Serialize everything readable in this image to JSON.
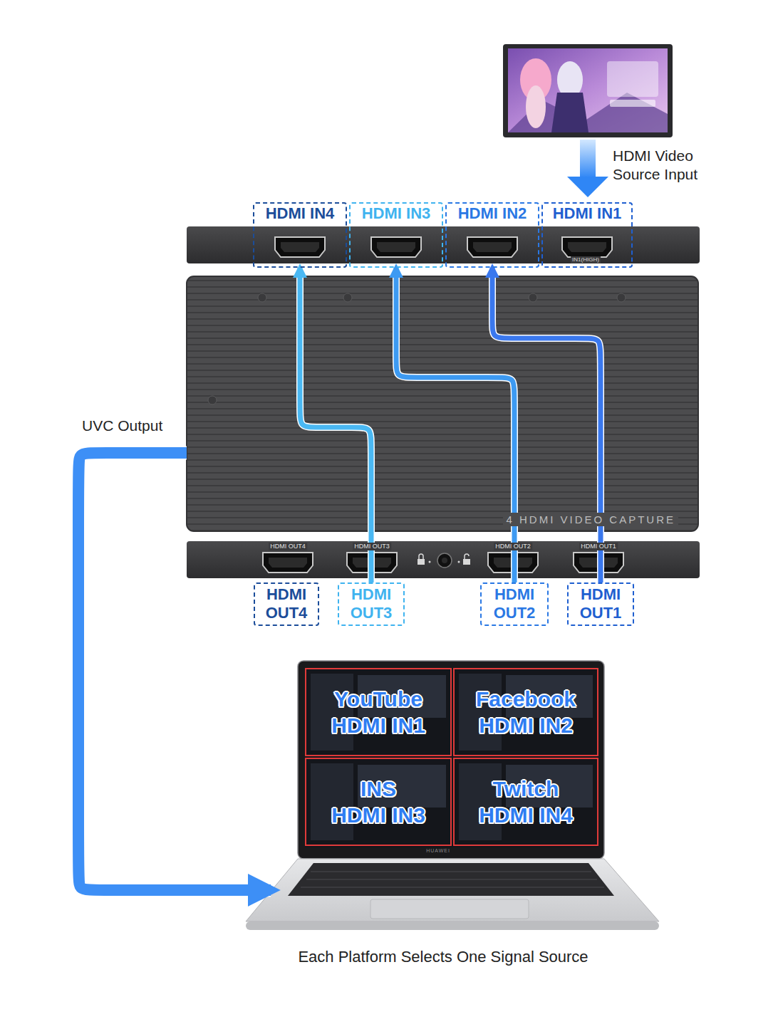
{
  "diagram": {
    "caption": "Each Platform Selects One Signal Source",
    "nodes": [
      {
        "text": [
          "HDMI IN4"
        ]
      },
      {
        "text": [
          "HDMI IN3"
        ]
      },
      {
        "text": [
          "HDMI IN2"
        ]
      },
      {
        "text": [
          "HDMI IN1"
        ]
      },
      {
        "text": [
          "4 HDMI VIDEO CAPTURE"
        ]
      },
      {
        "text": [
          "HDMI OUT4"
        ]
      },
      {
        "text": [
          "HDMI OUT3"
        ]
      },
      {
        "text": [
          "HDMI OUT2"
        ]
      },
      {
        "text": [
          "HDMI OUT1"
        ]
      },
      {
        "text": [
          "HUAWEI"
        ]
      },
      {
        "text": [
          "YouTube",
          "HDMI IN1"
        ],
        "in": 9
      },
      {
        "text": [
          "Facebook",
          "HDMI IN2"
        ],
        "in": 9
      },
      {
        "text": [
          "INS",
          "HDMI IN3"
        ],
        "in": 9
      },
      {
        "text": [
          "Twitch",
          "HDMI IN4"
        ],
        "in": 9
      }
    ],
    "edges": [
      {
        "from": 6,
        "to": 0,
        "arrow": "to"
      },
      {
        "from": 7,
        "to": 1,
        "arrow": "to"
      },
      {
        "from": 8,
        "to": 2,
        "arrow": "to"
      },
      {
        "from": 4,
        "to": 9,
        "arrow": "to",
        "label": "UVC Output"
      }
    ],
    "labels": [
      "HDMI Video Source Input",
      "IN1(HIGH)",
      "HDMI OUT4",
      "HDMI OUT3",
      "HDMI OUT2",
      "HDMI OUT1"
    ]
  }
}
